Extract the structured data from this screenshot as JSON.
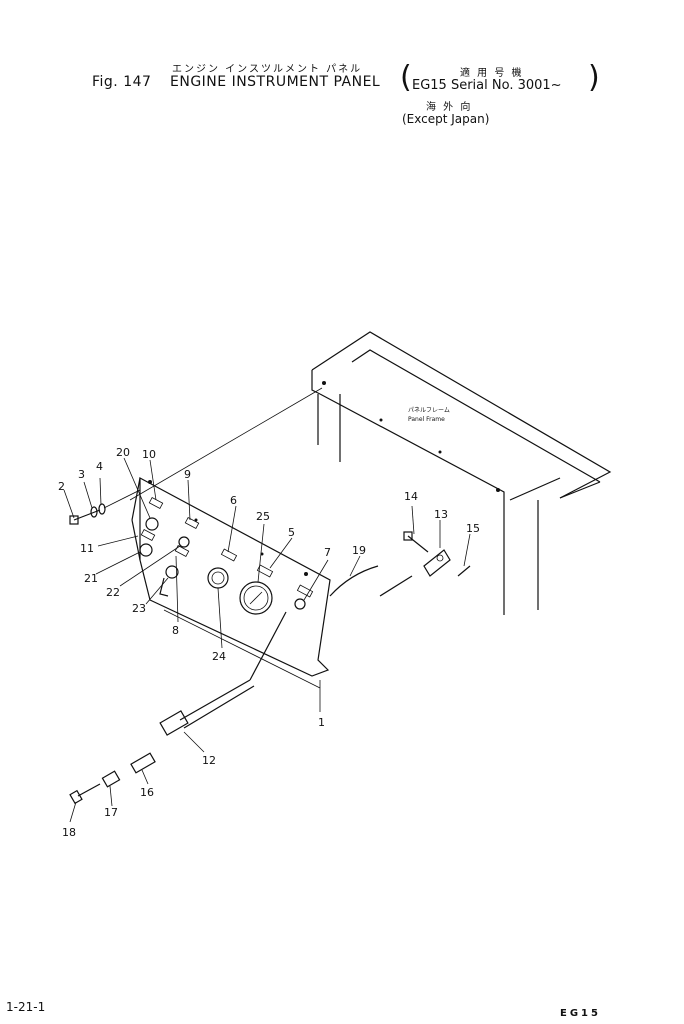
{
  "header": {
    "jp_title": "エンジン インスツルメント パネル",
    "fig_label": "Fig. 147",
    "title": "ENGINE INSTRUMENT PANEL",
    "jp_applicable": "適 用 号 機",
    "serial": "EG15 Serial No. 3001~",
    "jp_overseas": "海 外 向",
    "except": "(Except Japan)"
  },
  "callouts": {
    "panel_frame_jp": "パネルフレーム",
    "panel_frame": "Panel Frame"
  },
  "part_numbers": [
    "1",
    "2",
    "3",
    "4",
    "5",
    "6",
    "7",
    "8",
    "9",
    "10",
    "11",
    "12",
    "13",
    "14",
    "15",
    "16",
    "17",
    "18",
    "19",
    "20",
    "21",
    "22",
    "23",
    "24",
    "25"
  ],
  "footer": {
    "page": "1-21-1",
    "model": "EG15"
  }
}
